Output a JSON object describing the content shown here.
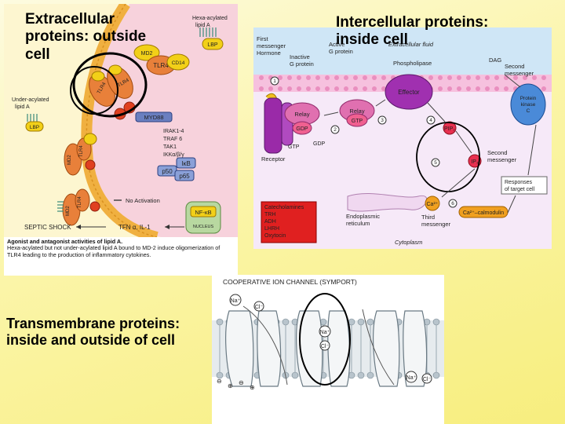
{
  "headings": {
    "extracellular": "Extracellular\nproteins: outside\ncell",
    "intercellular": "Intercellular proteins:\ninside cell",
    "transmembrane": "Transmembrane proteins:\ninside and outside of cell"
  },
  "tlr_panel": {
    "hexa_label": "Hexa-acylated\nlipid A",
    "under_label": "Under-acylated\nlipid A",
    "lbp": "LBP",
    "md2": "MD2",
    "tlr4": "TLR4",
    "cd14": "CD14",
    "myd88": "MYD88",
    "pathway": [
      "IRAK1-4",
      "TRAF 6",
      "TAK1",
      "IKKα/β/γ"
    ],
    "ikb": "IκB",
    "p50": "p50",
    "p65": "p65",
    "no_activation": "No Activation",
    "nfkb": "NF-κB",
    "nucleus": "NUCLEUS",
    "septic": "SEPTIC SHOCK",
    "tnf": "TFN α, IL-1",
    "caption_title": "Agonist and antagonist activities of lipid A.",
    "caption_body": "Hexa-acylated but not under-acylated lipid A bound to MD-2 induce oligomerization of TLR4 leading to the production of inflammatory cytokines."
  },
  "gprotein_panel": {
    "first_messenger": "First\nmessenger\nHormone",
    "inactive_g": "Inactive\nG protein",
    "active_g": "Active\nG protein",
    "extracellular_fluid": "Extracellular fluid",
    "phospholipase": "Phospholipase",
    "dag": "DAG",
    "second_messenger": "Second\nmessenger",
    "protein_kinase": "Protein\nkinase\nC",
    "effector": "Effector",
    "relay": "Relay",
    "gdp": "GDP",
    "gtp": "GTP",
    "pip2": "PIP₂",
    "ip3": "IP₃",
    "receptor": "Receptor",
    "responses": "Responses\nof target cell",
    "hormones": [
      "Catecholamines",
      "TRH",
      "ADH",
      "LHRH",
      "Oxytocin"
    ],
    "er": "Endoplasmic\nreticulum",
    "ca": "Ca²⁺",
    "third_messenger": "Third\nmessenger",
    "calmodulin": "Ca²⁺–calmodulin",
    "cytoplasm": "Cytoplasm",
    "steps": [
      "1",
      "2",
      "3",
      "4",
      "5",
      "6"
    ]
  },
  "symport_panel": {
    "title": "COOPERATIVE ION CHANNEL (SYMPORT)",
    "na": "Na⁺",
    "cl": "Cl⁻",
    "signs": [
      "⊖",
      "⊕",
      "⊖",
      "⊕"
    ]
  },
  "colors": {
    "background": "#fbf5a8",
    "highlight_circle": "#000000",
    "membrane": "#f0b040",
    "tlr_orange": "#e8803a",
    "gprotein_pink": "#d868a8",
    "effector_purple": "#a030b0",
    "hormone_red": "#e02020"
  }
}
